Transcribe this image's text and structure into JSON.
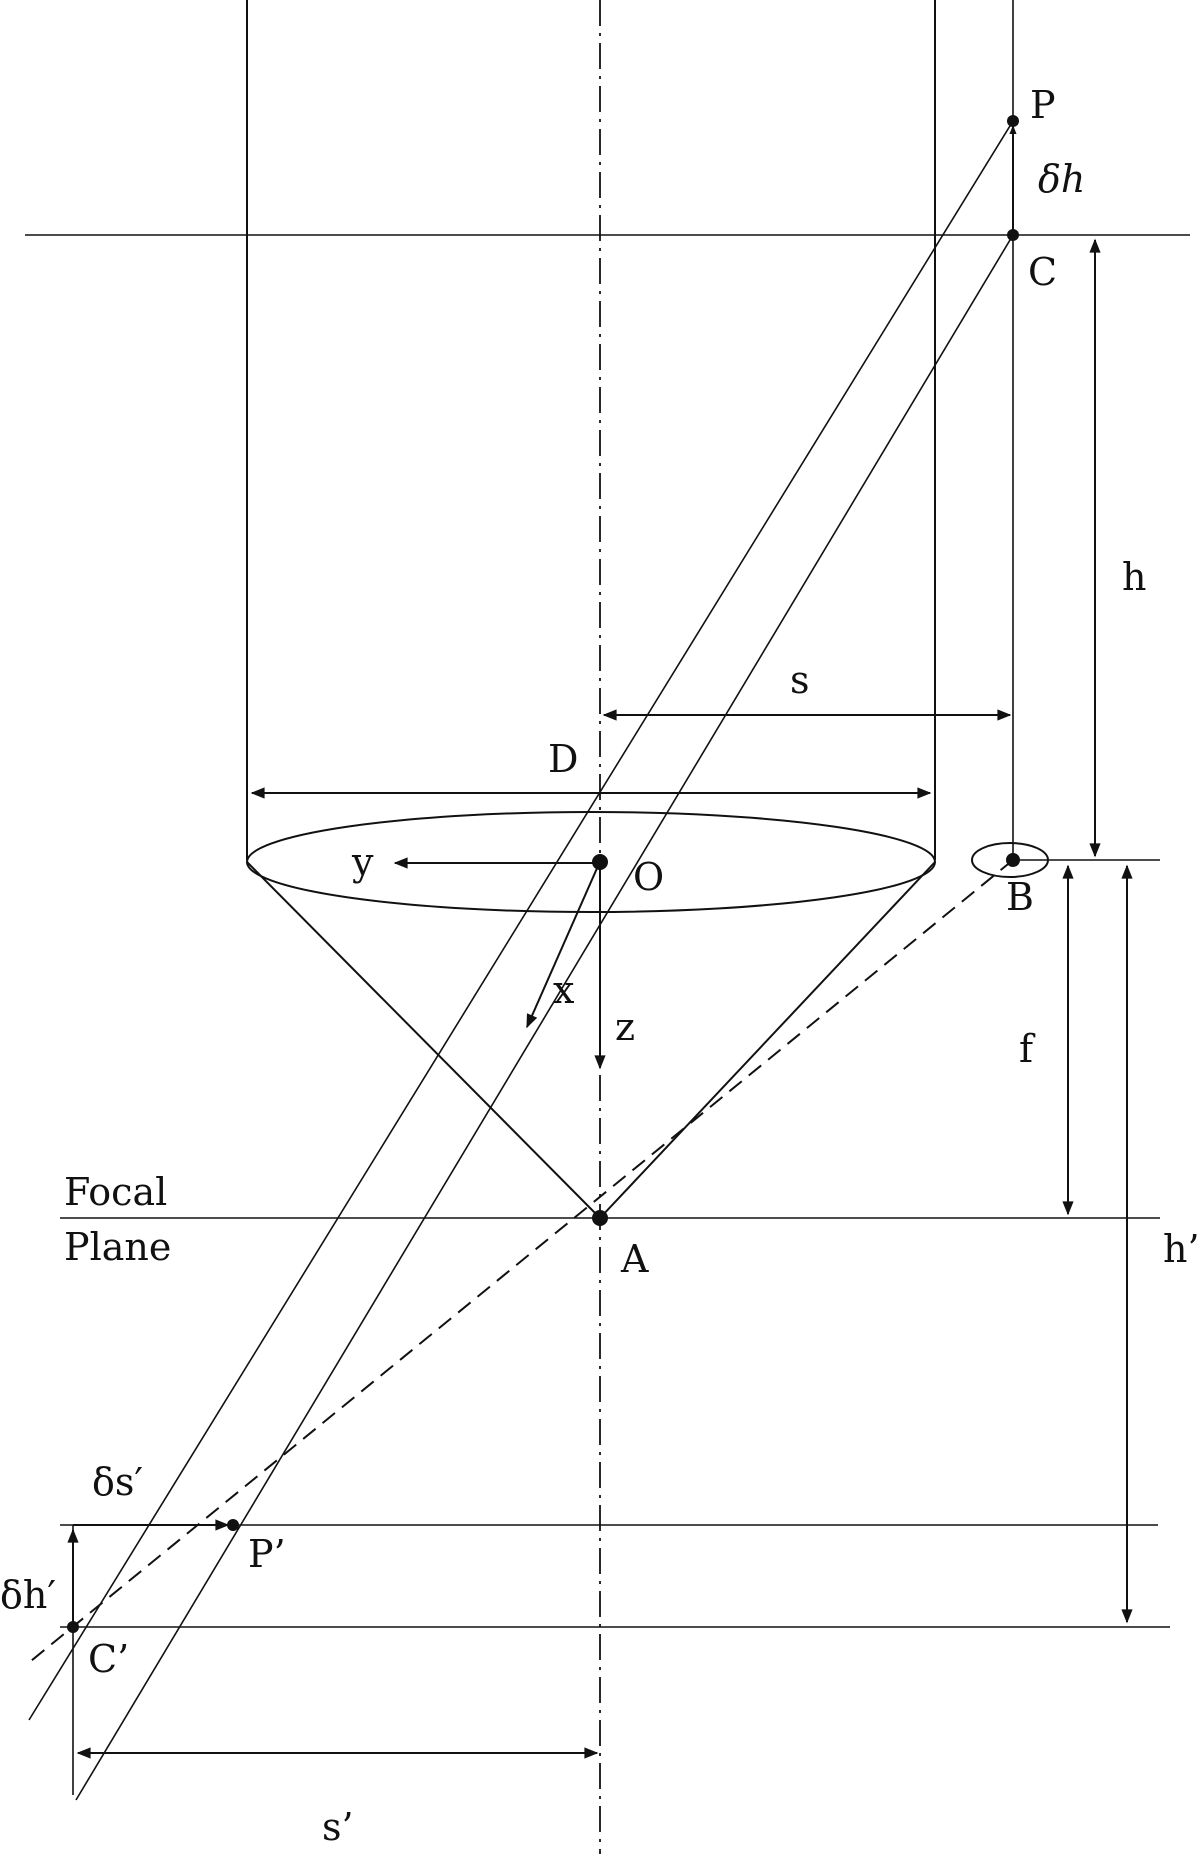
{
  "points": {
    "P": "P",
    "C": "C",
    "O": "O",
    "B": "B",
    "A": "A",
    "P_prime": "P’",
    "C_prime": "C’"
  },
  "dimensions": {
    "delta_h": "δh",
    "h": "h",
    "s": "s",
    "D": "D",
    "f": "f",
    "h_prime": "h’",
    "delta_s_prime": "δs′",
    "delta_h_prime": "δh′",
    "s_prime": "s’"
  },
  "axes": {
    "x": "x",
    "y": "y",
    "z": "z"
  },
  "focal_plane": {
    "line1": "Focal",
    "line2": "Plane"
  }
}
